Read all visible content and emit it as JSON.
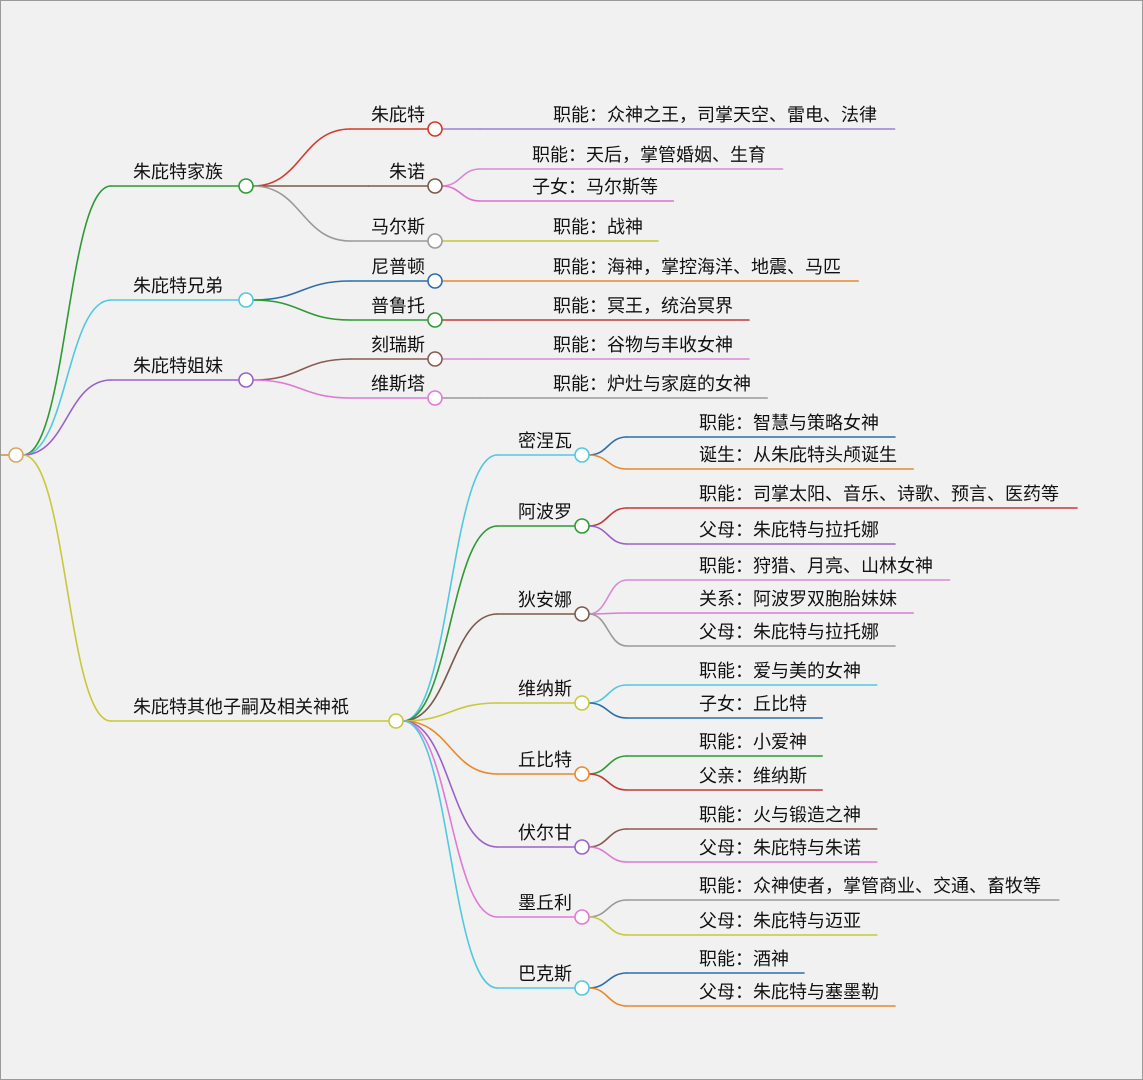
{
  "mindmap": {
    "root": {
      "color": "#d9a860",
      "branches": [
        {
          "label": "朱庇特家族",
          "color": "#2f9a35",
          "children": [
            {
              "label": "朱庇特",
              "color": "#d23b2b",
              "leaves": [
                {
                  "label": "职能：众神之王，司掌天空、雷电、法律",
                  "color": "#9b7fd4"
                }
              ]
            },
            {
              "label": "朱诺",
              "color": "#7a5a4a",
              "leaves": [
                {
                  "label": "职能：天后，掌管婚姻、生育",
                  "color": "#d98ad6"
                },
                {
                  "label": "子女：马尔斯等",
                  "color": "#e06fd0"
                }
              ]
            },
            {
              "label": "马尔斯",
              "color": "#9a9a9a",
              "leaves": [
                {
                  "label": "职能：战神",
                  "color": "#c6c63a"
                }
              ]
            }
          ]
        },
        {
          "label": "朱庇特兄弟",
          "color": "#52c8e0",
          "children": [
            {
              "label": "尼普顿",
              "color": "#2d6ea8",
              "leaves": [
                {
                  "label": "职能：海神，掌控海洋、地震、马匹",
                  "color": "#e8892d"
                }
              ]
            },
            {
              "label": "普鲁托",
              "color": "#2f9a35",
              "leaves": [
                {
                  "label": "职能：冥王，统治冥界",
                  "color": "#c23b3b"
                }
              ]
            }
          ]
        },
        {
          "label": "朱庇特姐妹",
          "color": "#9a62c8",
          "children": [
            {
              "label": "刻瑞斯",
              "color": "#8a5a50",
              "leaves": [
                {
                  "label": "职能：谷物与丰收女神",
                  "color": "#d98ad6"
                }
              ]
            },
            {
              "label": "维斯塔",
              "color": "#e07ad6",
              "leaves": [
                {
                  "label": "职能：炉灶与家庭的女神",
                  "color": "#9a9a9a"
                }
              ]
            }
          ]
        },
        {
          "label": "朱庇特其他子嗣及相关神祇",
          "color": "#c8c83a",
          "children": [
            {
              "label": "密涅瓦",
              "color": "#52c8e0",
              "leaves": [
                {
                  "label": "职能：智慧与策略女神",
                  "color": "#2d6ea8"
                },
                {
                  "label": "诞生：从朱庇特头颅诞生",
                  "color": "#e8892d"
                }
              ]
            },
            {
              "label": "阿波罗",
              "color": "#2f9a35",
              "leaves": [
                {
                  "label": "职能：司掌太阳、音乐、诗歌、预言、医药等",
                  "color": "#c23b3b"
                },
                {
                  "label": "父母：朱庇特与拉托娜",
                  "color": "#9a62c8"
                }
              ]
            },
            {
              "label": "狄安娜",
              "color": "#7a5a4a",
              "leaves": [
                {
                  "label": "职能：狩猎、月亮、山林女神",
                  "color": "#d98ad6"
                },
                {
                  "label": "关系：阿波罗双胞胎妹妹",
                  "color": "#e07ad6"
                },
                {
                  "label": "父母：朱庇特与拉托娜",
                  "color": "#9a9a9a"
                }
              ]
            },
            {
              "label": "维纳斯",
              "color": "#c8c83a",
              "leaves": [
                {
                  "label": "职能：爱与美的女神",
                  "color": "#52c8e0"
                },
                {
                  "label": "子女：丘比特",
                  "color": "#2d6ea8"
                }
              ]
            },
            {
              "label": "丘比特",
              "color": "#e8892d",
              "leaves": [
                {
                  "label": "职能：小爱神",
                  "color": "#2f9a35"
                },
                {
                  "label": "父亲：维纳斯",
                  "color": "#c23b3b"
                }
              ]
            },
            {
              "label": "伏尔甘",
              "color": "#9a62c8",
              "leaves": [
                {
                  "label": "职能：火与锻造之神",
                  "color": "#8a5a50"
                },
                {
                  "label": "父母：朱庇特与朱诺",
                  "color": "#e07ad6"
                }
              ]
            },
            {
              "label": "墨丘利",
              "color": "#e07ad6",
              "leaves": [
                {
                  "label": "职能：众神使者，掌管商业、交通、畜牧等",
                  "color": "#9a9a9a"
                },
                {
                  "label": "父母：朱庇特与迈亚",
                  "color": "#c8c83a"
                }
              ]
            },
            {
              "label": "巴克斯",
              "color": "#52c8e0",
              "leaves": [
                {
                  "label": "职能：酒神",
                  "color": "#2d6ea8"
                },
                {
                  "label": "父母：朱庇特与塞墨勒",
                  "color": "#e8892d"
                }
              ]
            }
          ]
        }
      ]
    }
  }
}
